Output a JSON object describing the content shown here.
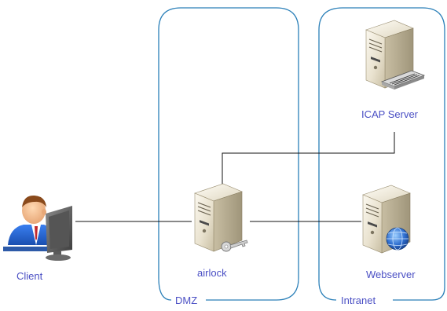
{
  "zones": {
    "dmz": {
      "label": "DMZ"
    },
    "intranet": {
      "label": "Intranet"
    }
  },
  "nodes": {
    "client": {
      "label": "Client",
      "icon": "user-workstation-icon"
    },
    "airlock": {
      "label": "airlock",
      "icon": "server-key-icon"
    },
    "icap": {
      "label": "ICAP Server",
      "icon": "server-tape-drive-icon"
    },
    "webserver": {
      "label": "Webserver",
      "icon": "server-globe-icon"
    }
  },
  "colors": {
    "zone_border": "#2a7fb8",
    "label_text": "#4a4fc4",
    "connector": "#111111"
  }
}
